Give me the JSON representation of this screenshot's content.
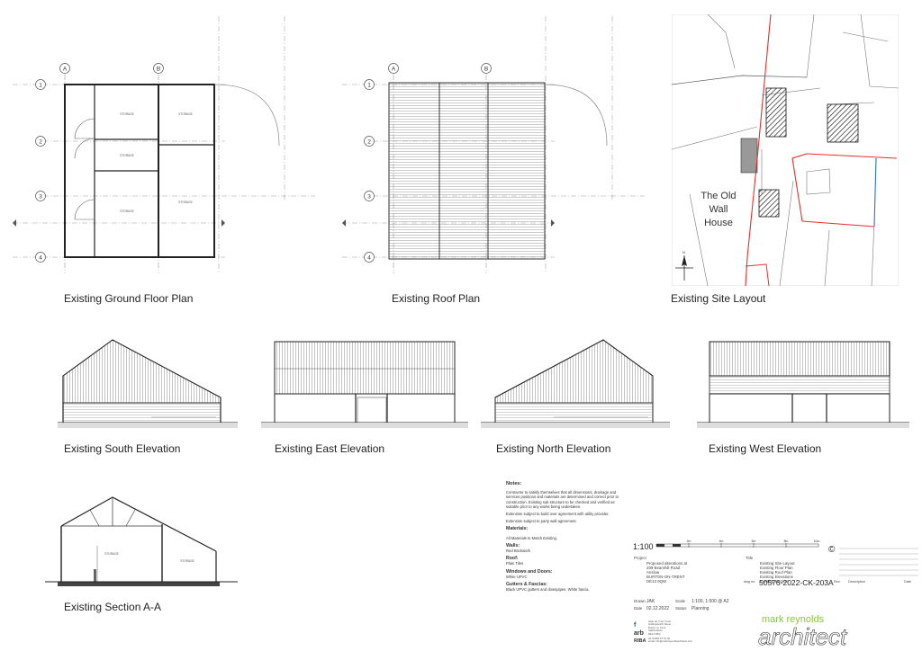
{
  "captions": {
    "ground": "Existing Ground Floor Plan",
    "roof": "Existing Roof Plan",
    "site": "Existing Site Layout",
    "south": "Existing South Elevation",
    "east": "Existing East Elevation",
    "north": "Existing North Elevation",
    "west": "Existing West Elevation",
    "section": "Existing Section A-A"
  },
  "grid": {
    "col_a": "A",
    "col_b": "B",
    "rows": [
      "1",
      "2",
      "3",
      "4"
    ]
  },
  "rooms": {
    "storage": "STORAGE"
  },
  "site": {
    "house_line1": "The Old",
    "house_line2": "Wall",
    "house_line3": "House",
    "north": "N"
  },
  "notes": {
    "heading": "Notes:",
    "p1": "Contractor to satisfy themselves that all dimensions, drainage and services positions and materials are determined and correct prior to construction. Existing sub structure to be checked and verified as suitable prior to any works being undertaken.",
    "p2": "Extension subject to build over agreement with utility provider.",
    "p3": "Extension subject to party wall agreement.",
    "materials_heading": "Materials:",
    "materials_text": "All Materials to Match Existing.",
    "walls_heading": "Walls:",
    "walls_text": "Red Brickwork",
    "roof_heading": "Roof:",
    "roof_text": "Plain Tiles",
    "windows_heading": "Windows and Doors:",
    "windows_text": "White UPVC",
    "gutters_heading": "Gutters & Fascias:",
    "gutters_text": "Black UPVC gutters and downpipes. White fascia."
  },
  "title_block": {
    "scale_label": "1:100",
    "scale_ticks": [
      "2m",
      "4m",
      "6m",
      "8m",
      "10m"
    ],
    "project_label": "Project",
    "project_lines": [
      "Proposed alterations at",
      "209 Beamhill Road",
      "Anslow",
      "BURTON-ON-TRENT",
      "DE13 9QW"
    ],
    "title_label": "Title",
    "title_lines": [
      "Existing Site Layout",
      "Existing Floor Plan",
      "Existing Roof Plan",
      "Existing Elevations",
      "Existing Section"
    ],
    "drawn_label": "Drawn",
    "drawn_value": "JAK",
    "scale_field_label": "Scale",
    "scale_field_value": "1:100, 1:500 @ A2",
    "date_label": "Date",
    "date_value": "02.12.2022",
    "status_label": "Status",
    "status_value": "Planning",
    "dwg_label": "dwg no.",
    "dwg_value": "50576-2022-CK-203A",
    "rev_label": "Rev.",
    "description_label": "Description",
    "date_col_label": "Date",
    "copyright": "©",
    "brand": "mark reynolds",
    "signature": "architect",
    "arb": "arb",
    "riba": "RIBA",
    "address_lines": [
      "Gate 2a, Imex Court",
      "Hollingsworth Street",
      "Burton on Trent",
      "Staffordshire",
      "DE14 1BQ"
    ],
    "contact_lines": [
      "tel: 01283 67 51 00",
      "email: info@markreynoldsarchitect.com"
    ]
  },
  "colors": {
    "boundary_red": "#e0302e",
    "boundary_blue": "#2e6fd0",
    "brand_green": "#8bc34a"
  }
}
